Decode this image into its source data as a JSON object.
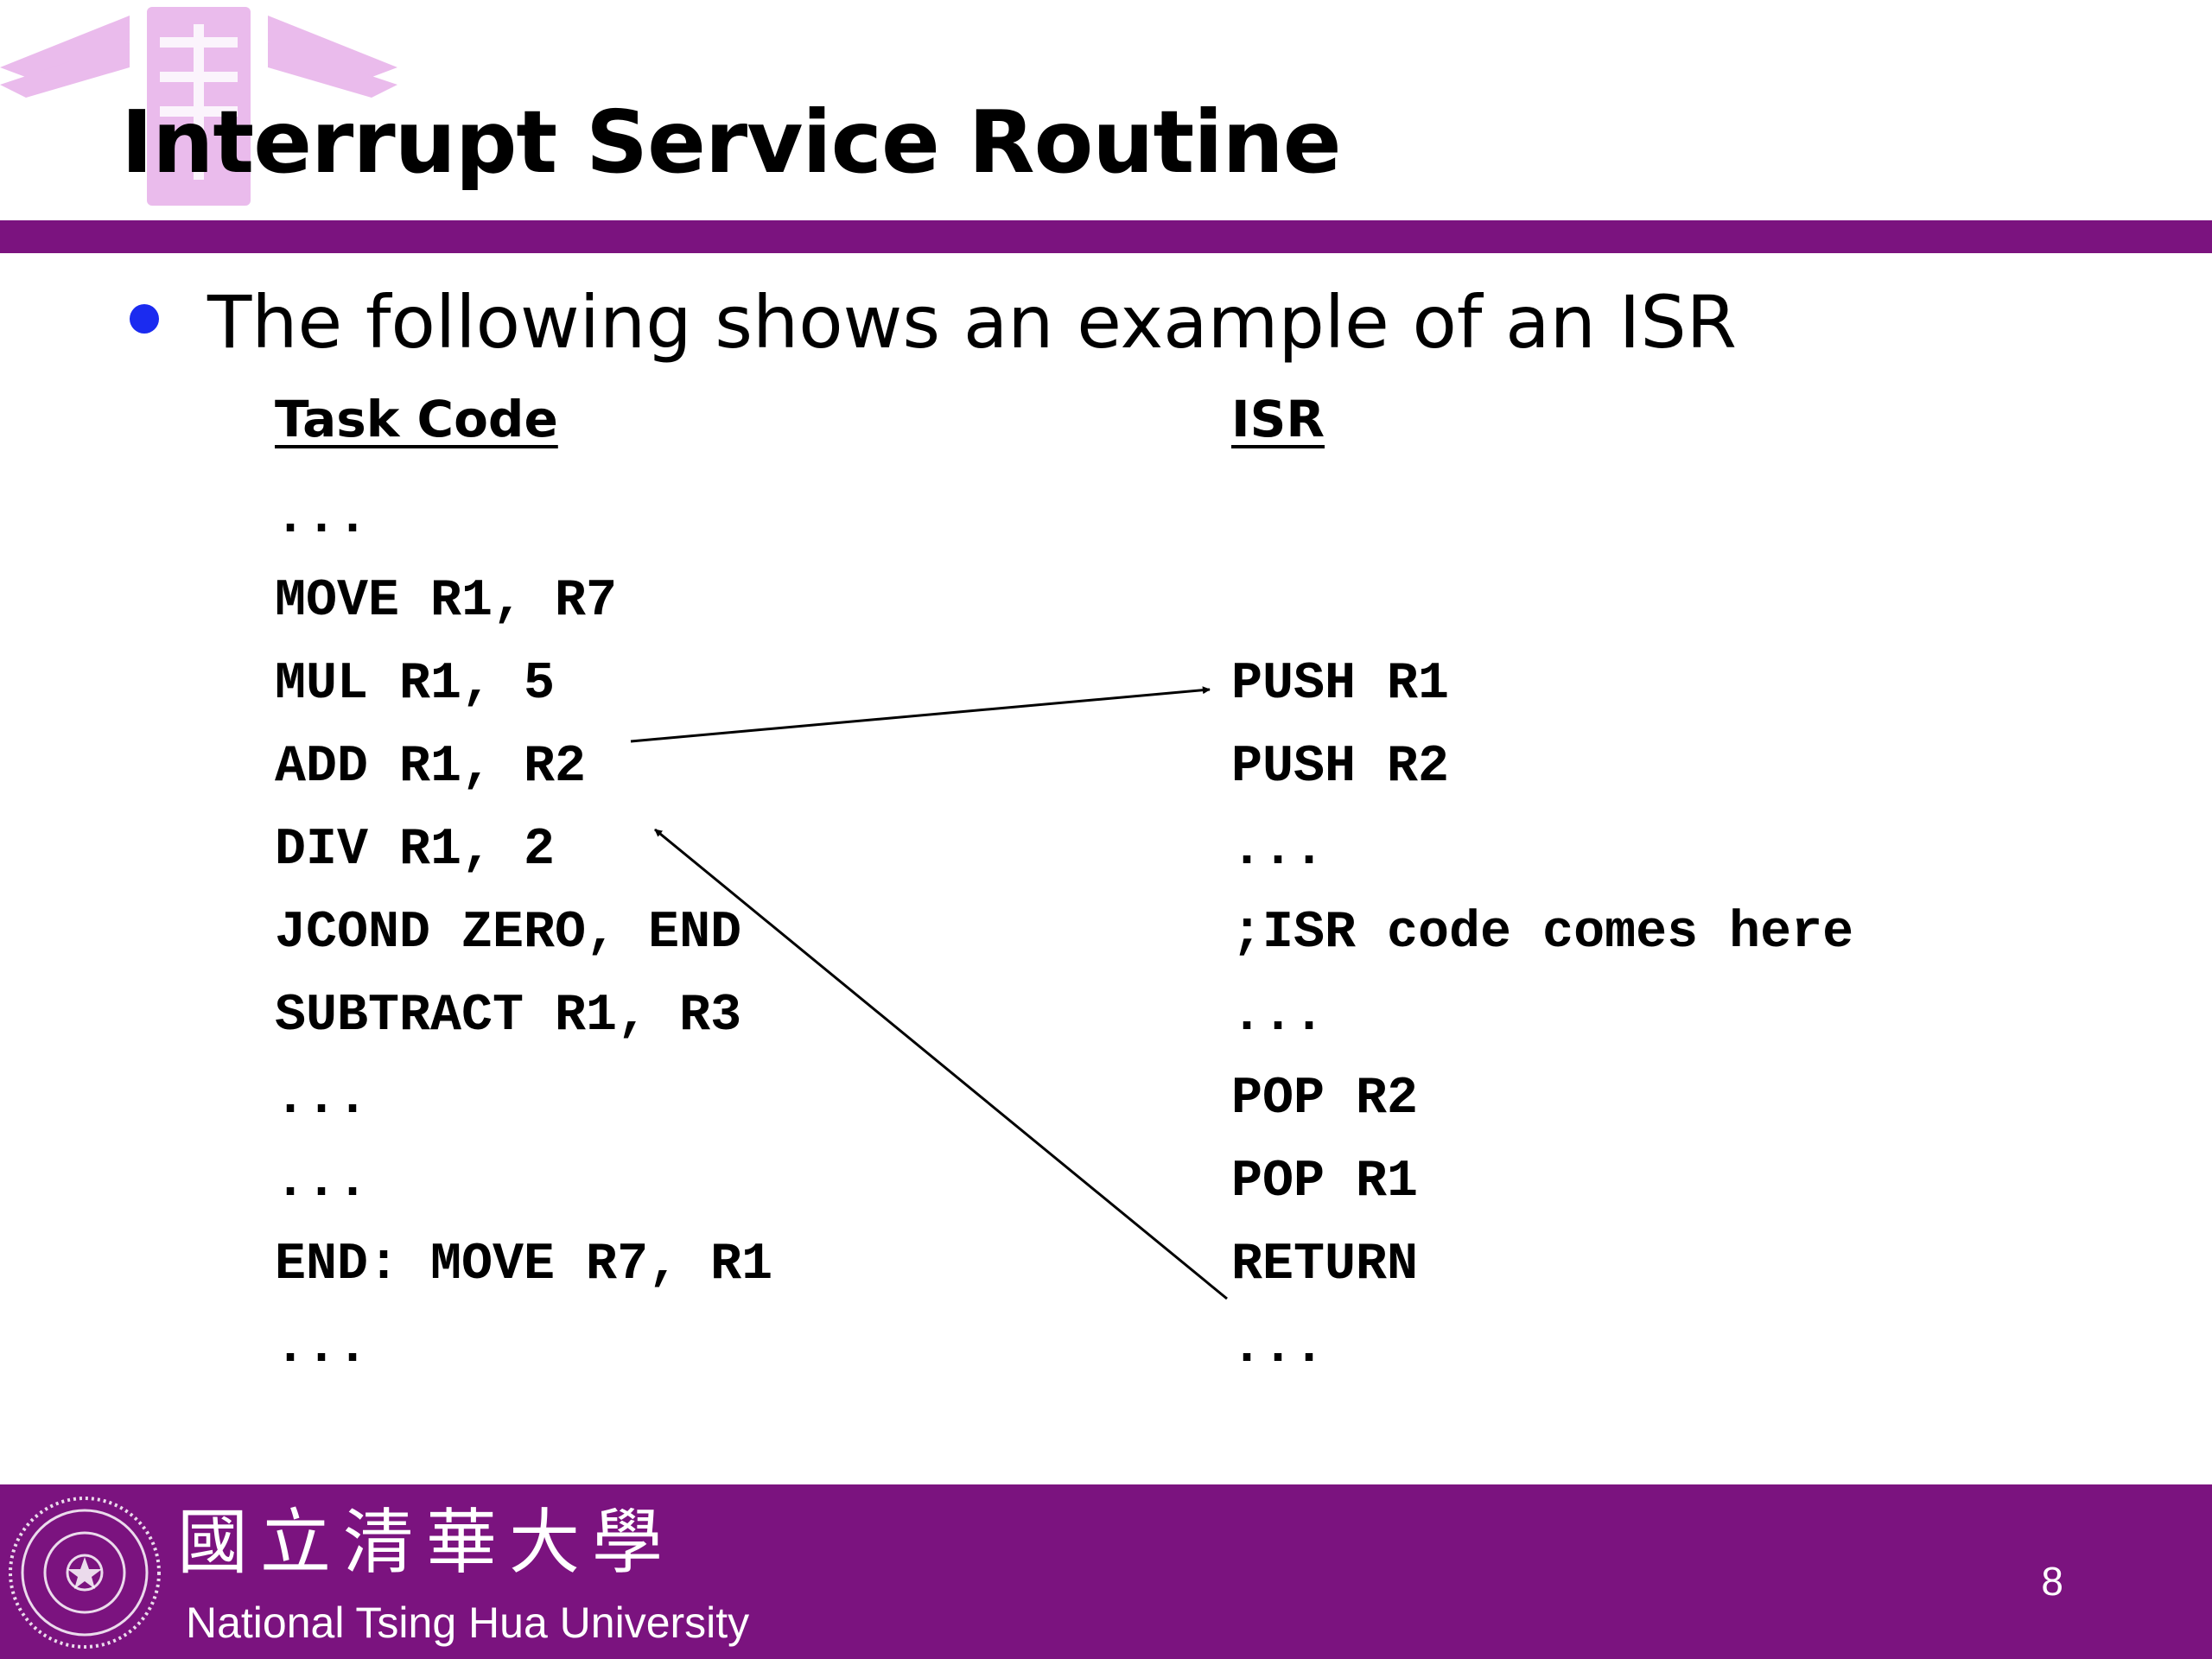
{
  "slide": {
    "title": "Interrupt Service Routine",
    "bullet": "The following shows an example of an ISR",
    "task_code": {
      "heading": "Task Code",
      "lines": [
        "...",
        "MOVE R1, R7",
        "MUL R1, 5",
        "ADD R1, R2",
        "DIV R1, 2",
        "JCOND ZERO, END",
        "SUBTRACT R1, R3",
        "...",
        "...",
        "END: MOVE R7, R1",
        "..."
      ]
    },
    "isr": {
      "heading": "ISR",
      "lines": [
        "",
        "",
        "PUSH R1",
        "PUSH R2",
        "...",
        ";ISR code comes here",
        "...",
        "POP R2",
        "POP R1",
        "RETURN",
        "..."
      ]
    },
    "page_number": "8"
  },
  "footer": {
    "university_cn": "國立清華大學",
    "university_en": "National Tsing Hua University"
  },
  "colors": {
    "accent_purple": "#7b137f",
    "bullet_blue": "#1b2bf0",
    "logo_pink": "#e8b4ea"
  },
  "icons": {
    "logo": "nthu-logo-watermark",
    "seal": "nthu-seal-icon",
    "arrow": "arrow-icon"
  }
}
